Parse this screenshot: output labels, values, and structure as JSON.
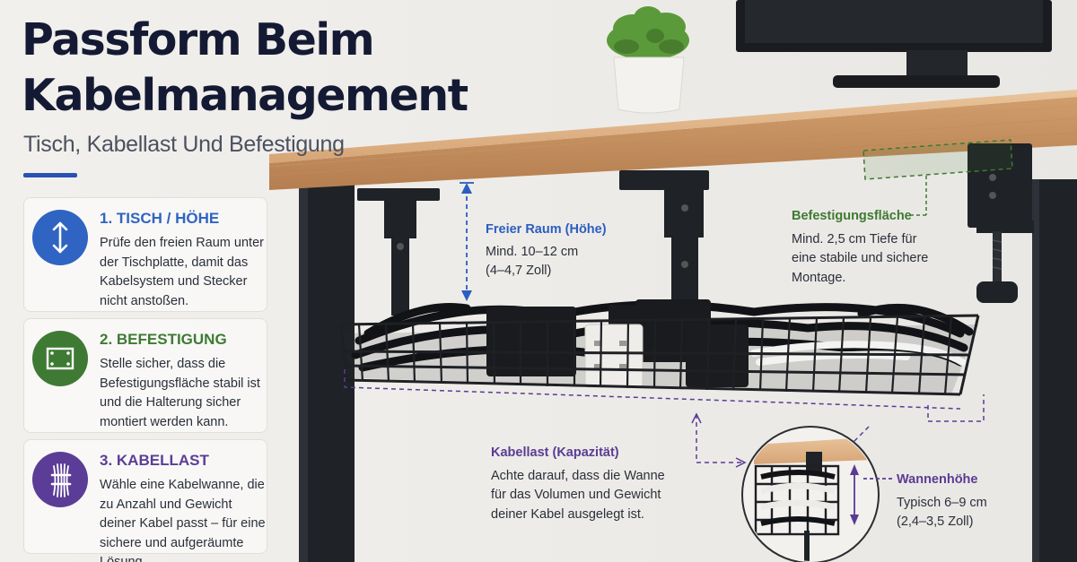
{
  "header": {
    "title": "Passform Beim Kabelmanagement",
    "subtitle": "Tisch, Kabellast Und Befestigung"
  },
  "cards": [
    {
      "heading": "1. TISCH / HÖHE",
      "text": "Prüfe den freien Raum unter der Tischplatte, damit das Kabelsystem und Stecker nicht anstoßen.",
      "icon": "vertical-arrows-icon",
      "color": "#2f64c2"
    },
    {
      "heading": "2. BEFESTIGUNG",
      "text": "Stelle sicher, dass die Befestigungsfläche stabil ist und die Halterung sicher montiert werden kann.",
      "icon": "mounting-plate-icon",
      "color": "#3f7a34"
    },
    {
      "heading": "3. KABELLAST",
      "text": "Wähle eine Kabelwanne, die zu Anzahl und Gewicht deiner Kabel passt – für eine sichere und aufgeräumte Lösung.",
      "icon": "cable-bundle-icon",
      "color": "#5b3d97"
    }
  ],
  "callouts": {
    "height": {
      "heading": "Freier Raum (Höhe)",
      "lines": [
        "Mind. 10–12 cm",
        "(4–4,7 Zoll)"
      ]
    },
    "mount": {
      "heading": "Befestigungsfläche",
      "lines": [
        "Mind. 2,5 cm Tiefe für",
        "eine stabile und sichere",
        "Montage."
      ]
    },
    "load": {
      "heading": "Kabellast (Kapazität)",
      "lines": [
        "Achte darauf, dass die Wanne",
        "für das Volumen und Gewicht",
        "deiner Kabel ausgelegt ist."
      ]
    },
    "tray": {
      "heading": "Wannenhöhe",
      "lines": [
        "Typisch 6–9 cm",
        "(2,4–3,5 Zoll)"
      ]
    }
  },
  "colors": {
    "background": "#efedea",
    "title": "#141a33",
    "accent_blue": "#2a5ec1",
    "accent_green": "#3e7a32",
    "accent_purple": "#5a3c95",
    "wood": "#d9a877",
    "metal": "#1f2226"
  }
}
